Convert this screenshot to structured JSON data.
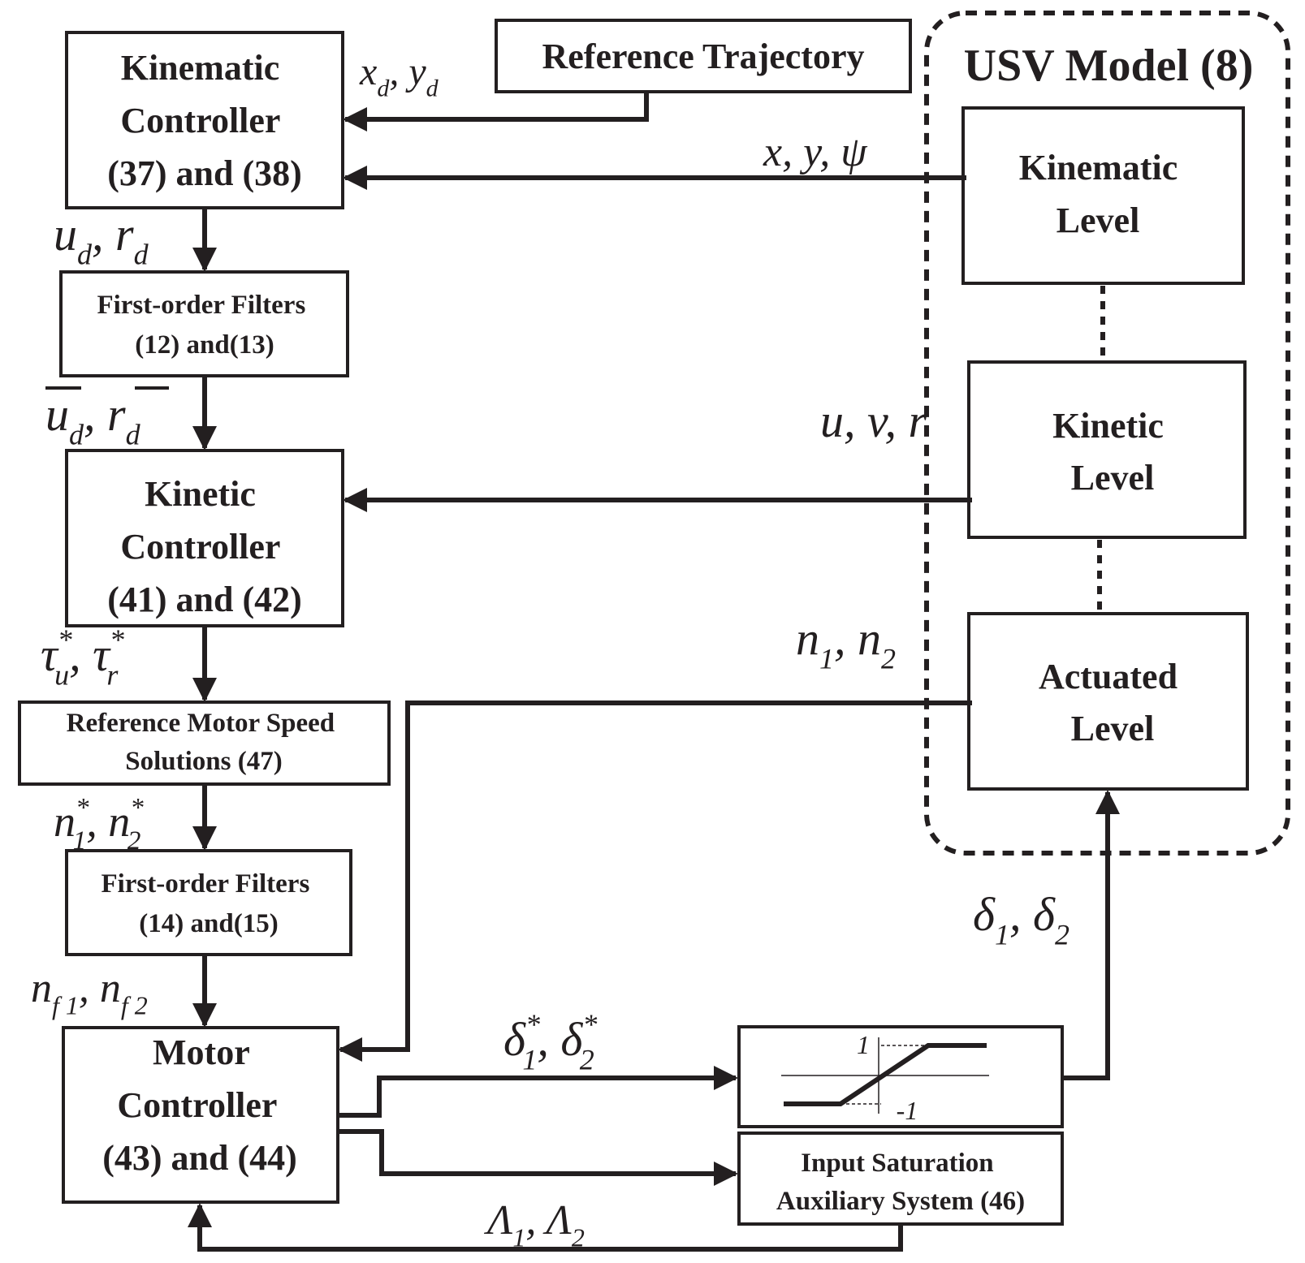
{
  "blocks": {
    "reference_trajectory": "Reference Trajectory",
    "usv_model": "USV Model (8)",
    "kinematic_controller": [
      "Kinematic",
      "Controller",
      "(37) and (38)"
    ],
    "filters_1": [
      "First-order Filters",
      "(12) and(13)"
    ],
    "kinetic_controller": [
      "Kinetic",
      "Controller",
      "(41) and (42)"
    ],
    "ref_motor_speed": [
      "Reference Motor Speed",
      "Solutions (47)"
    ],
    "filters_2": [
      "First-order Filters",
      "(14) and(15)"
    ],
    "motor_controller": [
      "Motor",
      "Controller",
      "(43) and (44)"
    ],
    "kinematic_level": [
      "Kinematic",
      "Level"
    ],
    "kinetic_level": [
      "Kinetic",
      "Level"
    ],
    "actuated_level": [
      "Actuated",
      "Level"
    ],
    "saturation_aux": [
      "Input Saturation",
      "Auxiliary System (46)"
    ],
    "sat_upper": "1",
    "sat_lower": "-1"
  },
  "signals": {
    "xd_yd": {
      "a": "x",
      "a_sub": "d",
      "sep": ", ",
      "b": "y",
      "b_sub": "d"
    },
    "x_y_psi": "x, y, ψ",
    "ud_rd": {
      "a": "u",
      "a_sub": "d",
      "sep": ", ",
      "b": "r",
      "b_sub": "d"
    },
    "ubar_rbar": {
      "a": "u",
      "a_sub": "d",
      "sep": ", ",
      "b": "r",
      "b_sub": "d"
    },
    "u_v_r": "u, v, r",
    "tau": {
      "a": "τ",
      "a_sub": "u",
      "a_sup": "*",
      "sep": ", ",
      "b": "τ",
      "b_sub": "r",
      "b_sup": "*"
    },
    "n1_n2": {
      "a": "n",
      "a_sub": "1",
      "sep": ", ",
      "b": "n",
      "b_sub": "2"
    },
    "n_star": {
      "a": "n",
      "a_sub": "1",
      "a_sup": "*",
      "sep": ", ",
      "b": "n",
      "b_sub": "2",
      "b_sup": "*"
    },
    "nf": {
      "a": "n",
      "a_sub": "f 1",
      "sep": ", ",
      "b": "n",
      "b_sub": "f 2"
    },
    "delta_star": {
      "a": "δ",
      "a_sub": "1",
      "a_sup": "*",
      "sep": ", ",
      "b": "δ",
      "b_sub": "2",
      "b_sup": "*"
    },
    "delta": {
      "a": "δ",
      "a_sub": "1",
      "sep": ", ",
      "b": "δ",
      "b_sub": "2"
    },
    "lambda": {
      "a": "Λ",
      "a_sub": "1",
      "sep": ", ",
      "b": "Λ",
      "b_sub": "2"
    }
  }
}
